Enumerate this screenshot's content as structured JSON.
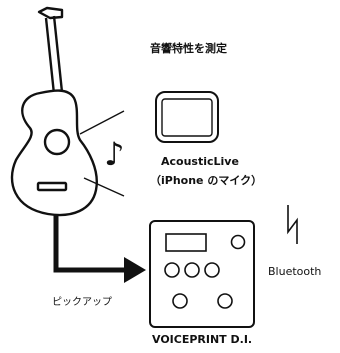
{
  "title": "音響特性を測定",
  "app_name": "AcousticLive",
  "app_sub": "（iPhone のマイク）",
  "bluetooth_label": "Bluetooth",
  "pickup_label": "ピックアップ",
  "device_label": "VOICEPRINT D.I.",
  "music_note": "♪",
  "colors": {
    "stroke": "#111111",
    "background": "#ffffff"
  }
}
